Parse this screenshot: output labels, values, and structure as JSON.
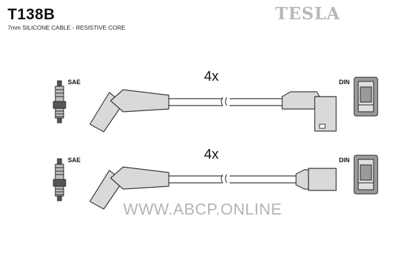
{
  "header": {
    "part_number": "T138B",
    "description": "7mm SILICONE CABLE - RESISTIVE CORE",
    "brand_logo": "TESLA"
  },
  "watermark": "WWW.ABCP.ONLINE",
  "rows": [
    {
      "left_label": "SAE",
      "quantity": "4x",
      "right_label": "DIN"
    },
    {
      "left_label": "SAE",
      "quantity": "4x",
      "right_label": "DIN"
    }
  ]
}
